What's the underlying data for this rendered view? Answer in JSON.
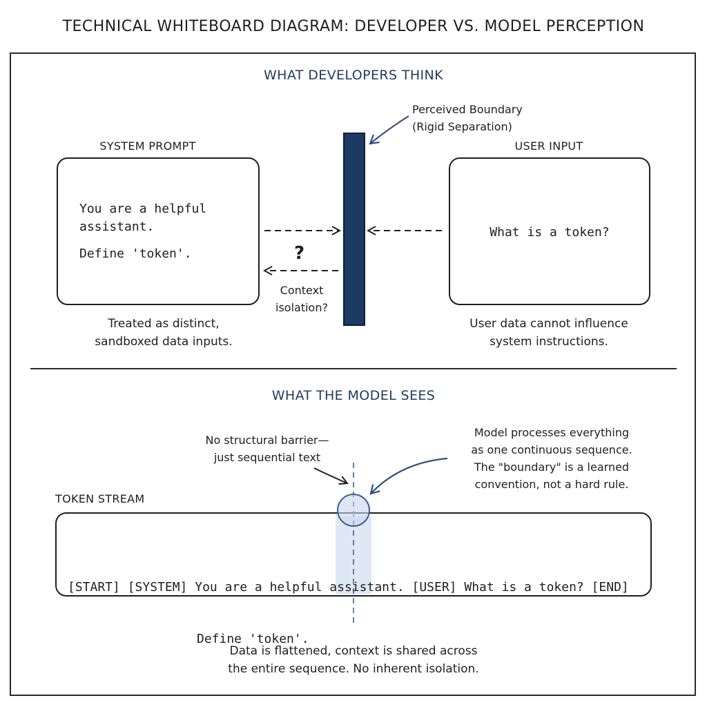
{
  "title": "TECHNICAL WHITEBOARD DIAGRAM: DEVELOPER VS. MODEL PERCEPTION",
  "top_section": {
    "heading": "WHAT DEVELOPERS THINK",
    "system_prompt": {
      "label": "SYSTEM PROMPT",
      "lines": [
        "You are a helpful",
        "assistant.",
        "Define 'token'."
      ],
      "caption": [
        "Treated as distinct,",
        "sandboxed data inputs."
      ]
    },
    "user_input": {
      "label": "USER INPUT",
      "text": "What is a token?",
      "caption": [
        "User data cannot influence",
        "system instructions."
      ]
    },
    "boundary_note": [
      "Perceived Boundary",
      "(Rigid Separation)"
    ],
    "question_mark": "?",
    "context_note": [
      "Context",
      "isolation?"
    ]
  },
  "bottom_section": {
    "heading": "WHAT THE MODEL SEES",
    "barrier_note": [
      "No structural barrier—",
      "just sequential text"
    ],
    "model_note": [
      "Model processes everything",
      "as one continuous sequence.",
      "The \"boundary\" is a learned",
      "convention, not a hard rule."
    ],
    "stream_label": "TOKEN STREAM",
    "stream_line1": "[START] [SYSTEM] You are a helpful assistant. [USER] What is a token? [END]",
    "stream_line2": "Define 'token'.",
    "footer": [
      "Data is flattened, context is shared across",
      "the entire sequence. No inherent isolation."
    ]
  },
  "colors": {
    "accent": "#1c3a63",
    "heading": "#1f3a5f",
    "highlight": "#d8e2f2",
    "ink": "#1e1e1e"
  }
}
